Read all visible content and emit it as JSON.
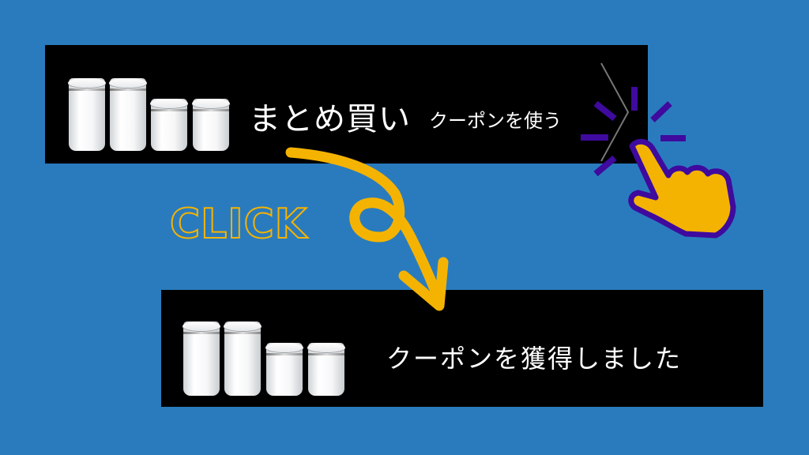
{
  "top_banner": {
    "title_main": "まとめ買い",
    "title_sub": "クーポンを使う",
    "chevron_icon": "chevron-right-icon",
    "product_image": "storage-canisters-set"
  },
  "click_label": "CLICK",
  "bottom_banner": {
    "message": "クーポンを獲得しました",
    "product_image": "storage-canisters-set"
  },
  "colors": {
    "background": "#2a7bbd",
    "panel": "#000000",
    "accent_yellow": "#f5b301",
    "accent_purple": "#3f0a9e",
    "text": "#ffffff"
  },
  "icons": {
    "cursor": "pointing-hand-icon",
    "arrow": "curly-arrow-icon"
  }
}
